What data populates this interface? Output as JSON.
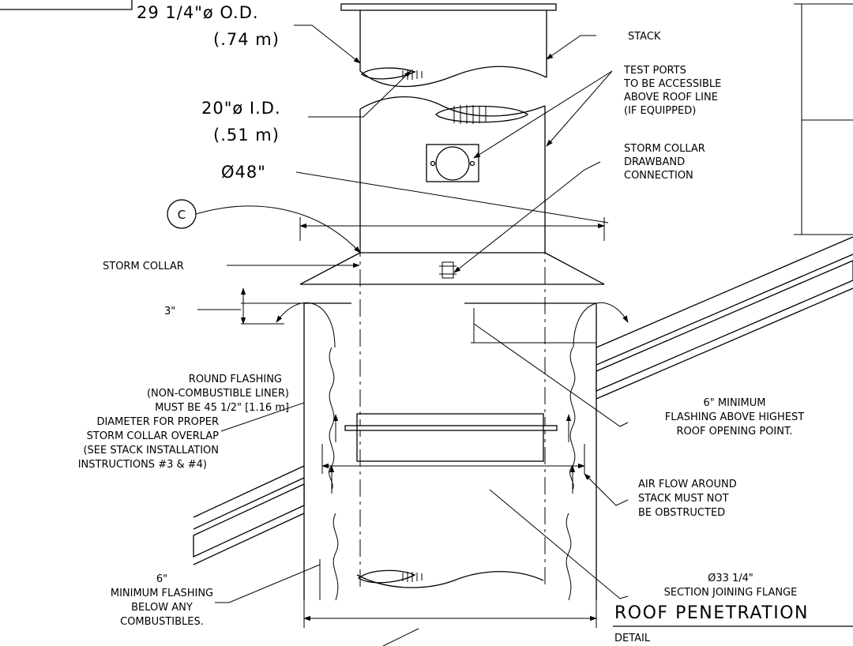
{
  "labels": {
    "od_value": "29 1/4\"ø O.D.",
    "od_metric": "(.74 m)",
    "id_value": "20\"ø I.D.",
    "id_metric": "(.51 m)",
    "diameter_48": "Ø48\"",
    "callout_c": "C",
    "stack": "STACK",
    "test_ports": [
      "TEST PORTS",
      "TO BE ACCESSIBLE",
      "ABOVE ROOF LINE",
      "(IF EQUIPPED)"
    ],
    "storm_collar_drawband": [
      "STORM COLLAR",
      "DRAWBAND",
      "CONNECTION"
    ],
    "storm_collar": "STORM COLLAR",
    "dim_3": "3\"",
    "round_flashing": [
      "ROUND FLASHING",
      "(NON-COMBUSTIBLE LINER)",
      "MUST BE 45 1/2\" [1.16 m]",
      "DIAMETER FOR PROPER",
      "STORM COLLAR OVERLAP",
      "(SEE STACK INSTALLATION",
      "INSTRUCTIONS #3 & #4)"
    ],
    "six_minimum_above": [
      "6\" MINIMUM",
      "FLASHING ABOVE HIGHEST",
      "ROOF OPENING POINT."
    ],
    "air_flow": [
      "AIR FLOW AROUND",
      "STACK MUST NOT",
      "BE OBSTRUCTED"
    ],
    "joining_flange": [
      "Ø33 1/4\"",
      "SECTION JOINING FLANGE"
    ],
    "six_minimum_below": [
      "6\"",
      "MINIMUM FLASHING",
      "BELOW ANY",
      "COMBUSTIBLES."
    ],
    "title": "ROOF PENETRATION",
    "subtitle": "DETAIL"
  }
}
